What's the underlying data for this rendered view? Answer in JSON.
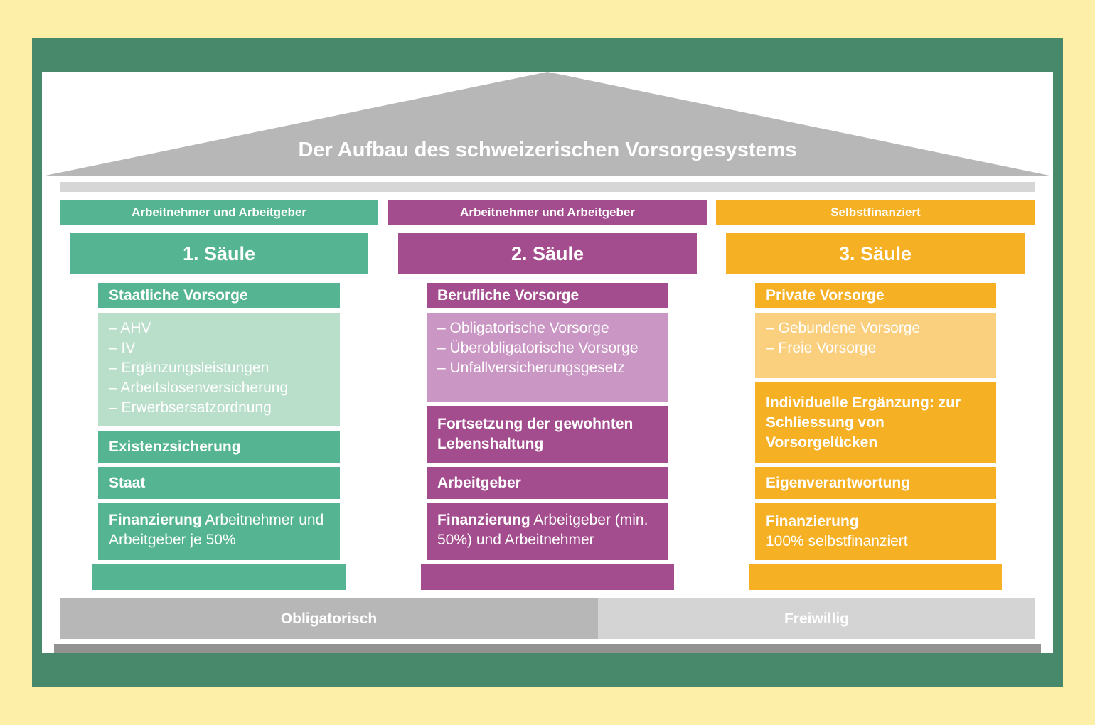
{
  "title": "Der Aufbau des schweizerischen Vorsorgesystems",
  "colors": {
    "green": "#55B592",
    "purple": "#A44D8E",
    "orange": "#F5B024",
    "frame": "#47896A",
    "background": "#FEEFA8"
  },
  "pillars": [
    {
      "header": "Arbeitnehmer und Arbeitgeber",
      "name": "1. Säule",
      "type": "Staatliche Vorsorge",
      "items": [
        "– AHV",
        "– IV",
        "– Ergänzungsleistungen",
        "– Arbeitslosenversicherung",
        "– Erwerbsersatzordnung"
      ],
      "purpose": "Existenzsicherung",
      "responsible": "Staat",
      "financing_label": "Finanzierung",
      "financing_text": "Arbeitnehmer und Arbeitgeber je 50%"
    },
    {
      "header": "Arbeitnehmer und Arbeitgeber",
      "name": "2. Säule",
      "type": "Berufliche Vorsorge",
      "items": [
        "– Obligatorische Vorsorge",
        "– Überobligatorische Vorsorge",
        "– Unfallversicherungsgesetz"
      ],
      "purpose": "Fortsetzung der gewohnten Lebenshaltung",
      "responsible": "Arbeitgeber",
      "financing_label": "Finanzierung",
      "financing_text": "Arbeitgeber (min. 50%) und Arbeitnehmer"
    },
    {
      "header": "Selbstfinanziert",
      "name": "3. Säule",
      "type": "Private Vorsorge",
      "items": [
        "– Gebundene Vorsorge",
        "– Freie Vorsorge"
      ],
      "purpose": "Individuelle Ergänzung: zur Schliessung von Vorsorgelücken",
      "responsible": "Eigenverantwortung",
      "financing_label": "Finanzierung",
      "financing_text": "100% selbstfinanziert"
    }
  ],
  "foundation": {
    "mandatory": "Obligatorisch",
    "voluntary": "Freiwillig"
  }
}
